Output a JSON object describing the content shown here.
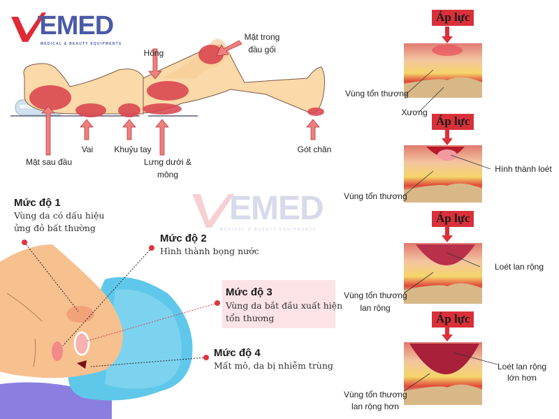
{
  "logo": {
    "brand": "VEMED",
    "tagline": "MEDICAL & BEAUTY EQUIPMENTS",
    "colors": {
      "v": "#e02a35",
      "text": "#4b5aa8"
    }
  },
  "watermark": {
    "brand": "VEMED",
    "tagline": "MEDICAL & BEAUTY EQUIPMENTS"
  },
  "body_diagram": {
    "labels": {
      "back_of_head": "Mặt sau đầu",
      "shoulder": "Vai",
      "elbow": "Khuỷu tay",
      "hip": "Hông",
      "lower_back_line1": "Lưng dưới &",
      "lower_back_line2": "mông",
      "inner_knee_line1": "Mặt trong",
      "inner_knee_line2": "đầu gối",
      "heel": "Gót chân"
    },
    "colors": {
      "skin": "#fbd9a8",
      "pressure": "#d8404a",
      "arrow": "#ef7f7f"
    }
  },
  "stages": [
    {
      "title": "Mức độ 1",
      "line1": "Vùng da có dấu hiệu",
      "line2": "ửng đỏ bất thường"
    },
    {
      "title": "Mức độ 2",
      "line1": "Hình thành bọng nước",
      "line2": ""
    },
    {
      "title": "Mức độ 3",
      "line1": "Vùng da bắt đầu xuất hiện",
      "line2": "tổn thương"
    },
    {
      "title": "Mức độ 4",
      "line1": "Mất mô, da bị nhiễm trùng",
      "line2": ""
    }
  ],
  "tissue_diagrams": [
    {
      "pressure_label": "Áp lực",
      "left_label_1": "Vùng tổn thương",
      "left_label_2": "",
      "bottom_label": "Xương",
      "right_label_1": "",
      "right_label_2": ""
    },
    {
      "pressure_label": "Áp lực",
      "left_label_1": "Vùng tổn thương",
      "left_label_2": "",
      "bottom_label": "",
      "right_label_1": "Hình thành loét",
      "right_label_2": ""
    },
    {
      "pressure_label": "Áp lực",
      "left_label_1": "Vùng tổn thương",
      "left_label_2": "lan rộng",
      "bottom_label": "",
      "right_label_1": "Loét lan rộng",
      "right_label_2": ""
    },
    {
      "pressure_label": "Áp lực",
      "left_label_1": "Vùng tổn thương",
      "left_label_2": "lan rộng hơn",
      "bottom_label": "",
      "right_label_1": "Loét lan rộng",
      "right_label_2": "lớn hơn"
    }
  ],
  "colors": {
    "accent": "#d9303a",
    "stage3_box": "#fce4e6",
    "dot": "#e0343e",
    "pillow": "#5fc8ea",
    "blanket": "#8a7fe0"
  }
}
